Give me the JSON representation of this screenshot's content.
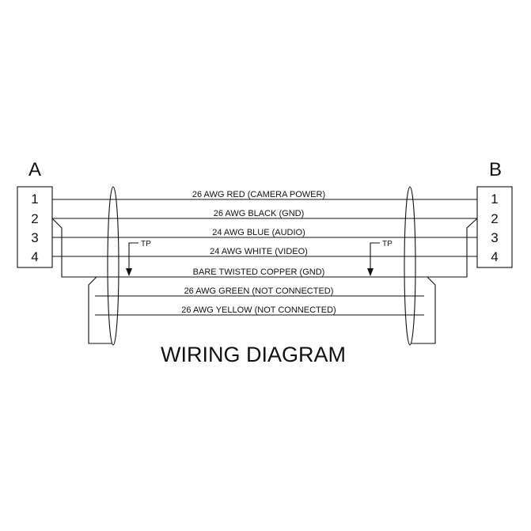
{
  "title": "WIRING DIAGRAM",
  "connectors": {
    "left": {
      "name": "A",
      "pins": [
        "1",
        "2",
        "3",
        "4"
      ]
    },
    "right": {
      "name": "B",
      "pins": [
        "1",
        "2",
        "3",
        "4"
      ]
    }
  },
  "wires": [
    {
      "label": "26 AWG RED (CAMERA POWER)"
    },
    {
      "label": "26 AWG BLACK (GND)"
    },
    {
      "label": "24 AWG BLUE (AUDIO)"
    },
    {
      "label": "24 AWG WHITE (VIDEO)"
    },
    {
      "label": "BARE TWISTED COPPER (GND)"
    },
    {
      "label": "26 AWG GREEN (NOT CONNECTED)"
    },
    {
      "label": "26 AWG YELLOW (NOT CONNECTED)"
    }
  ],
  "test_points": [
    "TP",
    "TP"
  ]
}
